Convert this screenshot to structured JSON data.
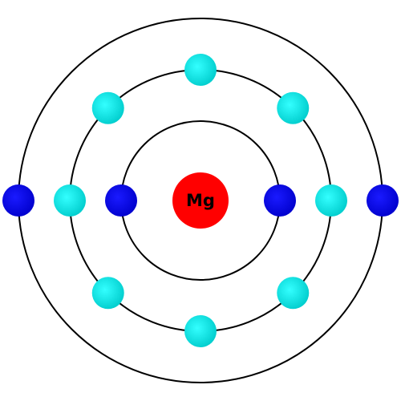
{
  "diagram": {
    "element_symbol": "Mg",
    "shells": [
      {
        "shell": 1,
        "electrons": 2
      },
      {
        "shell": 2,
        "electrons": 8
      },
      {
        "shell": 3,
        "electrons": 2
      }
    ],
    "colors": {
      "nucleus": "#ff0000",
      "symbol_text": "#000000",
      "shell_ring": "#000000",
      "electron_dark": "#0000cc",
      "electron_dark_highlight": "#1a1aff",
      "electron_light": "#00cccc",
      "electron_light_highlight": "#33ffff",
      "background": "#ffffff"
    }
  }
}
